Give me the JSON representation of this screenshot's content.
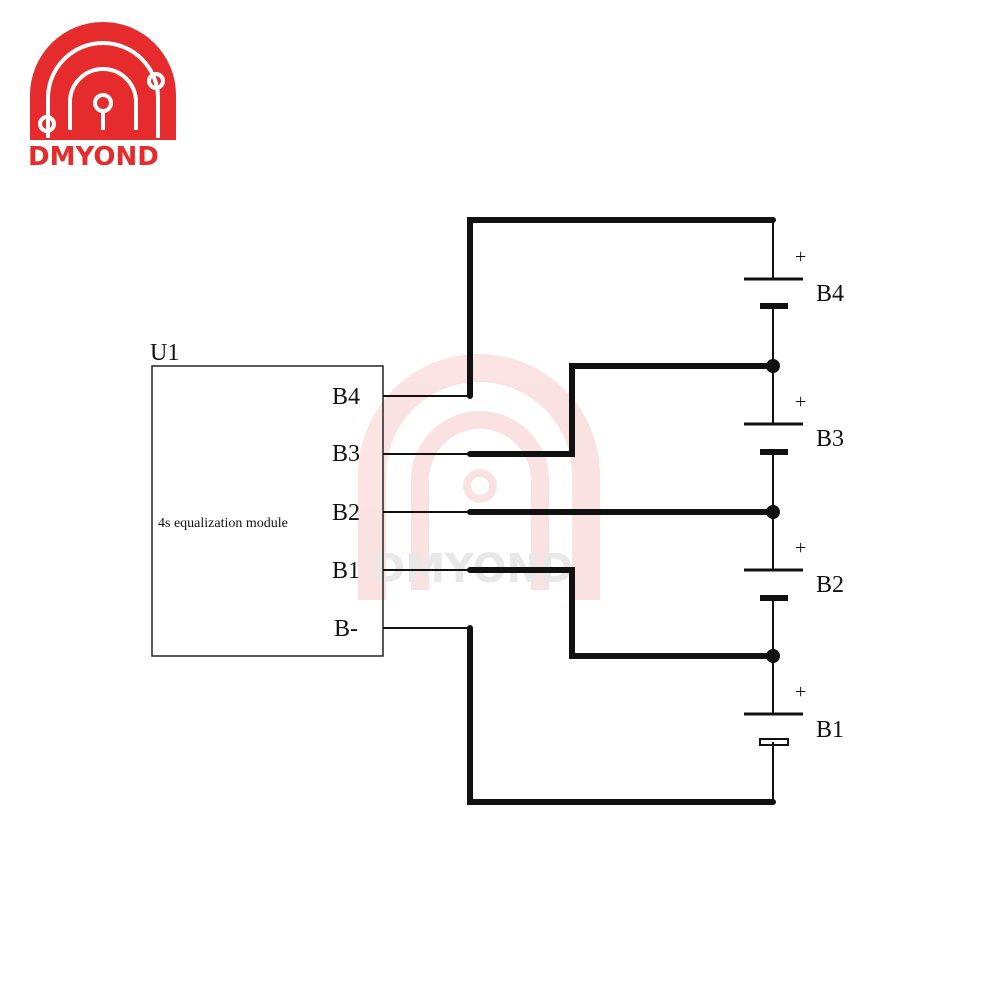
{
  "brand": {
    "name": "DMYOND",
    "color": "#e52b2b"
  },
  "watermark": {
    "text": "DMYOND"
  },
  "module": {
    "ref": "U1",
    "label": "4s equalization module",
    "pins": [
      "B4",
      "B3",
      "B2",
      "B1",
      "B-"
    ]
  },
  "cells": [
    {
      "label": "B4",
      "polarity": "+"
    },
    {
      "label": "B3",
      "polarity": "+"
    },
    {
      "label": "B2",
      "polarity": "+"
    },
    {
      "label": "B1",
      "polarity": "+"
    }
  ]
}
